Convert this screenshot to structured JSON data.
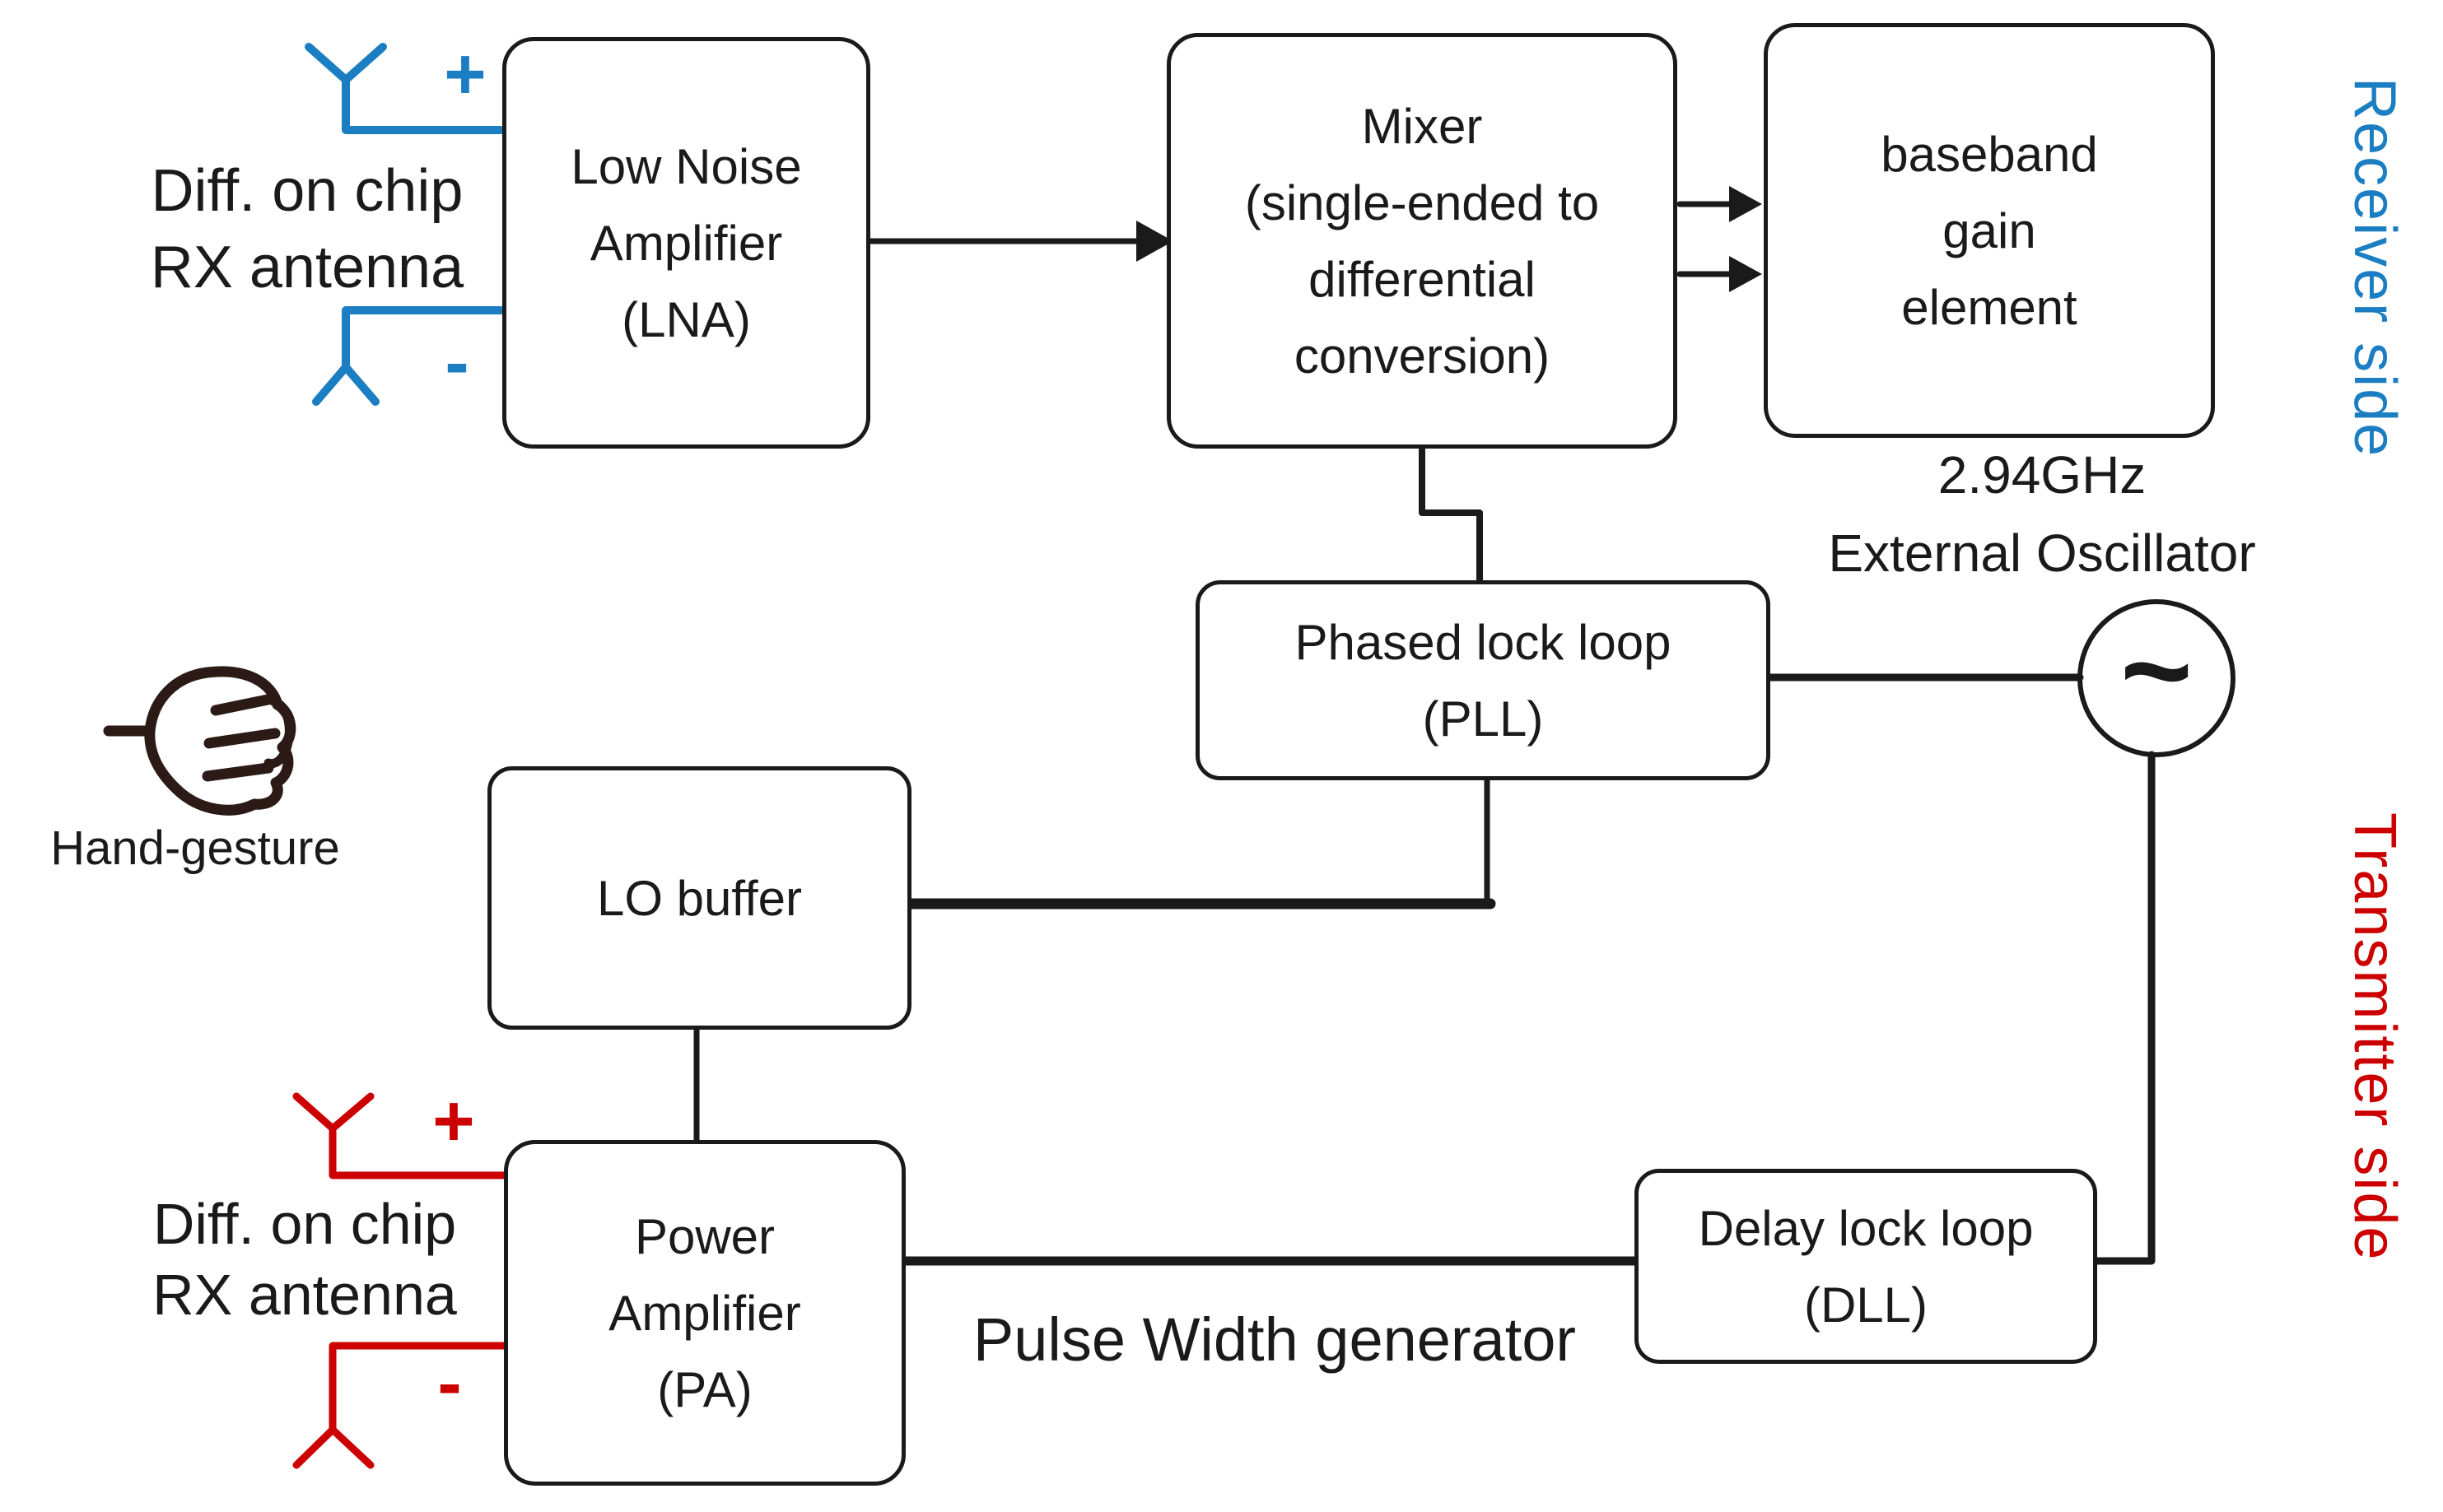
{
  "colors": {
    "receiver_accent": "#1b7ec2",
    "transmitter_accent": "#cc0000",
    "line_color": "#1a1a1a",
    "hand_color": "#2b1a16"
  },
  "blocks": {
    "lna": {
      "lines": [
        "Low Noise",
        "Amplifier",
        "(LNA)"
      ]
    },
    "mixer": {
      "lines": [
        "Mixer",
        "(single-ended to",
        "differential",
        "conversion)"
      ]
    },
    "baseband_gain": {
      "lines": [
        "baseband",
        "gain",
        "element"
      ]
    },
    "pll": {
      "lines": [
        "Phased lock loop",
        "(PLL)"
      ]
    },
    "lo_buffer": {
      "lines": [
        "LO buffer"
      ]
    },
    "pa": {
      "lines": [
        "Power",
        "Amplifier",
        "(PA)"
      ]
    },
    "dll": {
      "lines": [
        "Delay lock loop",
        "(DLL)"
      ]
    }
  },
  "annotations": {
    "rx_antenna_label_line1": "Diff. on chip",
    "rx_antenna_label_line2": "RX antenna",
    "tx_antenna_label_line1": "Diff. on chip",
    "tx_antenna_label_line2": "RX antenna",
    "rx_plus": "+",
    "rx_minus": "-",
    "tx_plus": "+",
    "tx_minus": "-",
    "hand_gesture": "Hand-gesture",
    "external_osc_freq": "2.94GHz",
    "external_osc_name": "External Oscillator",
    "oscillator_symbol": "~",
    "pulse_width_generator": "Pulse Width generator",
    "receiver_side": "Receiver side",
    "transmitter_side": "Transmitter side"
  }
}
